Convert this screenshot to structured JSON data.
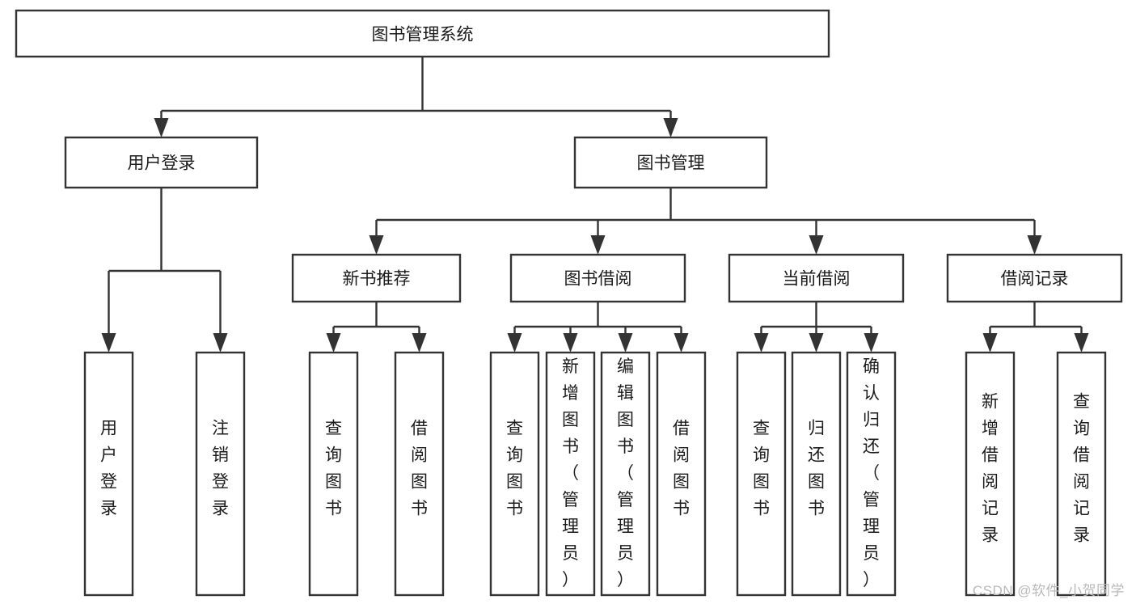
{
  "diagram": {
    "type": "tree-hierarchy-chart",
    "title": "图书管理系统",
    "orientation": "top-down",
    "colors": {
      "box_fill": "#ffffff",
      "box_stroke": "#333333",
      "text": "#1b1b1b",
      "background": "#ffffff",
      "watermark": "#b9b9b9"
    },
    "levels": {
      "level1": [
        {
          "id": "root",
          "label": "图书管理系统",
          "text_orientation": "horizontal"
        }
      ],
      "level2": [
        {
          "id": "user-login",
          "label": "用户登录",
          "text_orientation": "horizontal",
          "parent": "root"
        },
        {
          "id": "book-manage",
          "label": "图书管理",
          "text_orientation": "horizontal",
          "parent": "root"
        }
      ],
      "level3": [
        {
          "id": "new-book-rec",
          "label": "新书推荐",
          "text_orientation": "horizontal",
          "parent": "book-manage"
        },
        {
          "id": "book-borrow",
          "label": "图书借阅",
          "text_orientation": "horizontal",
          "parent": "book-manage"
        },
        {
          "id": "current-borrow",
          "label": "当前借阅",
          "text_orientation": "horizontal",
          "parent": "book-manage"
        },
        {
          "id": "borrow-record",
          "label": "借阅记录",
          "text_orientation": "horizontal",
          "parent": "book-manage"
        }
      ],
      "level4": [
        {
          "id": "leaf-user-login",
          "label": "用户登录",
          "text_orientation": "vertical",
          "parent": "user-login"
        },
        {
          "id": "leaf-user-logout",
          "label": "注销登录",
          "text_orientation": "vertical",
          "parent": "user-login"
        },
        {
          "id": "leaf-query-book-1",
          "label": "查询图书",
          "text_orientation": "vertical",
          "parent": "new-book-rec"
        },
        {
          "id": "leaf-borrow-book-1",
          "label": "借阅图书",
          "text_orientation": "vertical",
          "parent": "new-book-rec"
        },
        {
          "id": "leaf-query-book-2",
          "label": "查询图书",
          "text_orientation": "vertical",
          "parent": "book-borrow"
        },
        {
          "id": "leaf-add-book",
          "label": "新增图书（管理员）",
          "text_orientation": "vertical",
          "parent": "book-borrow"
        },
        {
          "id": "leaf-edit-book",
          "label": "编辑图书（管理员）",
          "text_orientation": "vertical",
          "parent": "book-borrow"
        },
        {
          "id": "leaf-borrow-book-2",
          "label": "借阅图书",
          "text_orientation": "vertical",
          "parent": "book-borrow"
        },
        {
          "id": "leaf-query-book-3",
          "label": "查询图书",
          "text_orientation": "vertical",
          "parent": "current-borrow"
        },
        {
          "id": "leaf-return-book",
          "label": "归还图书",
          "text_orientation": "vertical",
          "parent": "current-borrow"
        },
        {
          "id": "leaf-confirm-return",
          "label": "确认归还（管理员）",
          "text_orientation": "vertical",
          "parent": "current-borrow"
        },
        {
          "id": "leaf-add-record",
          "label": "新增借阅记录",
          "text_orientation": "vertical",
          "parent": "borrow-record"
        },
        {
          "id": "leaf-query-record",
          "label": "查询借阅记录",
          "text_orientation": "vertical",
          "parent": "borrow-record"
        }
      ]
    }
  },
  "watermark": {
    "text": "CSDN @软件_小贺同学"
  }
}
